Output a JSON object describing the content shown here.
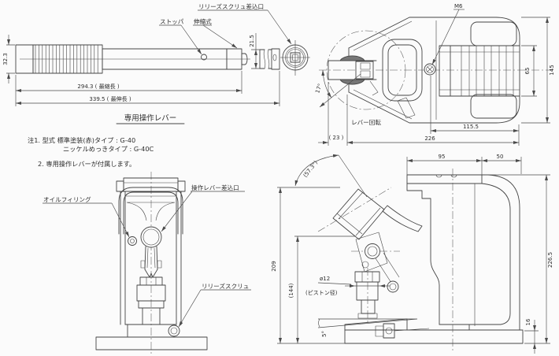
{
  "colors": {
    "line": "#454545",
    "background": "#fbfbfb"
  },
  "lever": {
    "title": "専用操作レバー",
    "stopper": "ストッパ",
    "telescopic": "伸縮式",
    "release_port": "リリーズスクリュ差込口",
    "dim_width": "32.3",
    "dim_end": "21.5",
    "dim_min": "294.3 ( 最縮長 )",
    "dim_max": "339.5 ( 最伸長 )"
  },
  "top": {
    "bolt": "M6",
    "rotation": "レバー回転",
    "angle": "17°",
    "d65": "65",
    "d145": "145",
    "d115": "115.5",
    "d226": "226",
    "d23": "( 23 )"
  },
  "notes": {
    "l1": "注1. 型式  標準塗装(赤)タイプ : G-40",
    "l2": "ニッケルめっきタイプ : G-40C",
    "l3": "2. 専用操作レバーが付属します。"
  },
  "front": {
    "oil": "オイルフィリング",
    "lever_port": "操作レバー差込口",
    "release": "リリーズスクリュ"
  },
  "side": {
    "d95": "95",
    "d50": "50",
    "d209": "209",
    "d144": "(144)",
    "d226_5": "226.5",
    "d16": "16",
    "angle5": "5°",
    "angle57": "(57.3°)",
    "piston_d": "ø12",
    "piston_label": "(ピストン径)"
  }
}
